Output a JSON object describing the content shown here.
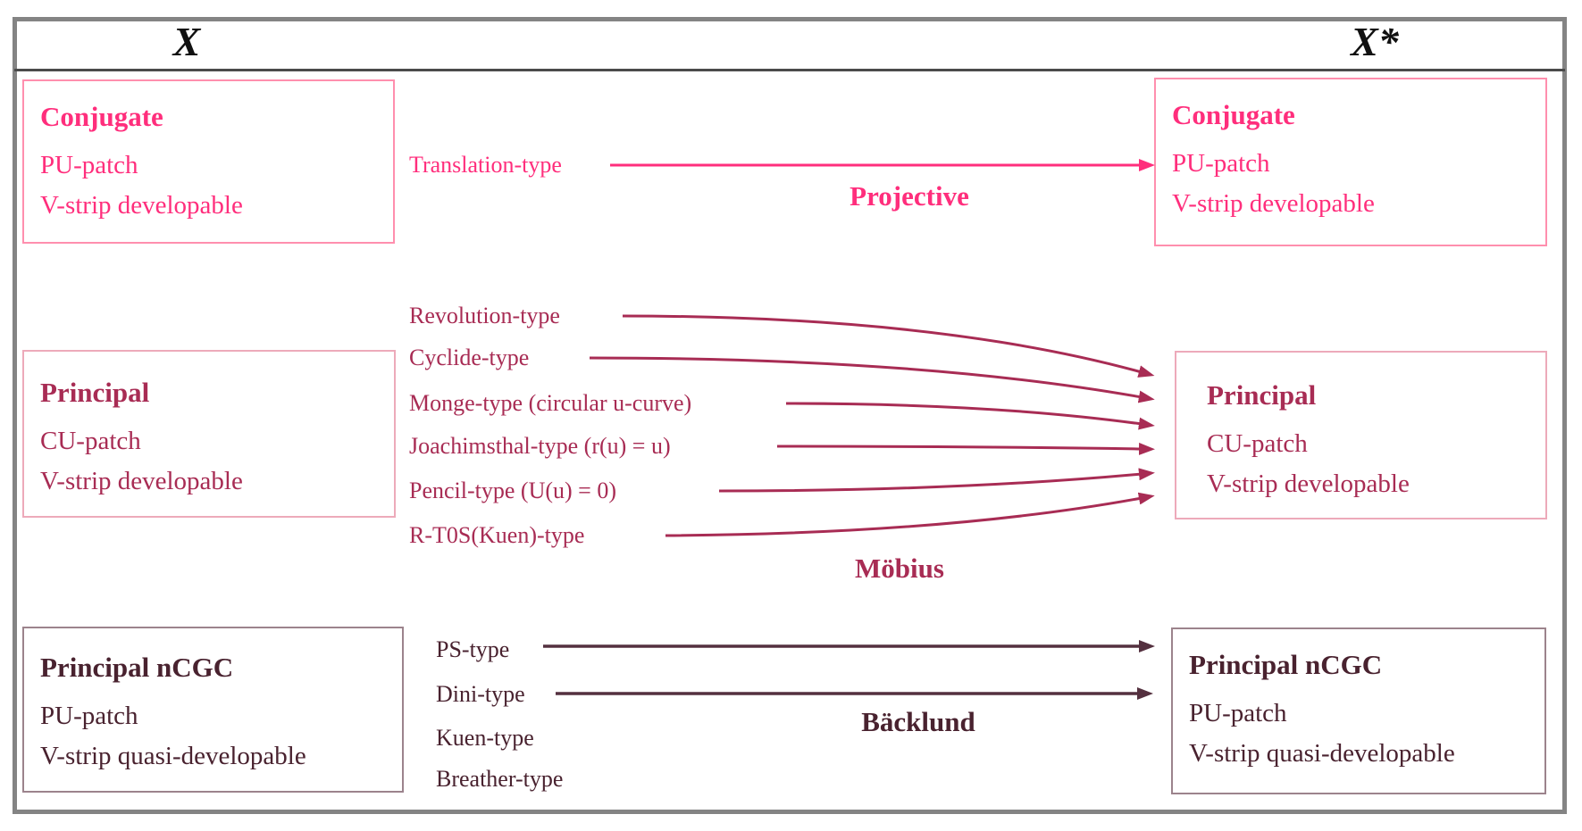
{
  "header": {
    "left": "X",
    "right": "X*"
  },
  "colors": {
    "row1_text": "#ff2e7c",
    "row1_box_border": "#ff8fae",
    "row2_text": "#a82c54",
    "row2_box_border": "#edaaba",
    "row3_text": "#49222f",
    "row3_arrow": "#54303f",
    "frame_border": "#848484",
    "header_rule": "#4b4b4b"
  },
  "rows": [
    {
      "transformation": "Projective",
      "left_box": {
        "title": "Conjugate",
        "lines": [
          "PU-patch",
          "V-strip developable"
        ]
      },
      "right_box": {
        "title": "Conjugate",
        "lines": [
          "PU-patch",
          "V-strip developable"
        ]
      },
      "arrow_labels": [
        "Translation-type"
      ],
      "plain_labels": []
    },
    {
      "transformation": "Möbius",
      "left_box": {
        "title": "Principal",
        "lines": [
          "CU-patch",
          "V-strip developable"
        ]
      },
      "right_box": {
        "title": "Principal",
        "lines": [
          "CU-patch",
          "V-strip developable"
        ]
      },
      "arrow_labels": [
        "Revolution-type",
        "Cyclide-type",
        "Monge-type (circular u-curve)",
        "Joachimsthal-type (r(u) = u)",
        "Pencil-type (U(u) = 0)",
        "R-T0S(Kuen)-type"
      ],
      "plain_labels": []
    },
    {
      "transformation": "Bäcklund",
      "left_box": {
        "title": "Principal nCGC",
        "lines": [
          "PU-patch",
          "V-strip quasi-developable"
        ]
      },
      "right_box": {
        "title": "Principal nCGC",
        "lines": [
          "PU-patch",
          "V-strip quasi-developable"
        ]
      },
      "arrow_labels": [
        "PS-type",
        "Dini-type"
      ],
      "plain_labels": [
        "Kuen-type",
        "Breather-type"
      ]
    }
  ]
}
